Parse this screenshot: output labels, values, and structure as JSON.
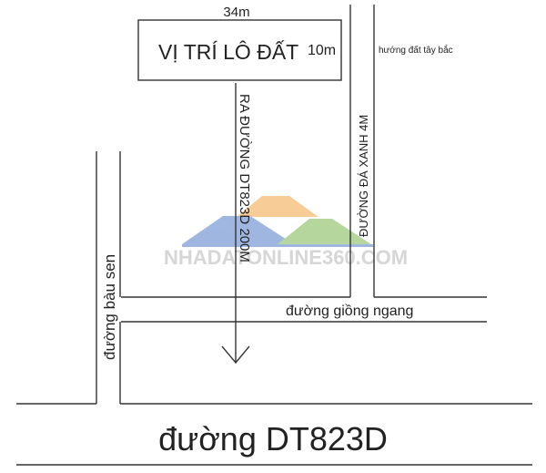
{
  "plot": {
    "label": "VỊ TRÍ LÔ ĐẤT",
    "width_label": "34m",
    "depth_label": "10m"
  },
  "orientation": "hướng đất tây bắc",
  "roads": {
    "to_main": "RA ĐƯỜNG DT823D 200M",
    "da_xanh": "ĐƯỜNG ĐÁ XANH 4M",
    "bau_sen": "đường bàu sen",
    "giong_ngang": "đường giồng ngang",
    "main": "đường DT823D"
  },
  "watermark": {
    "text": "NHADATONLINE360.COM",
    "colors": {
      "blue": "#8faadc",
      "orange": "#f6c486",
      "green": "#a9d18e"
    }
  }
}
